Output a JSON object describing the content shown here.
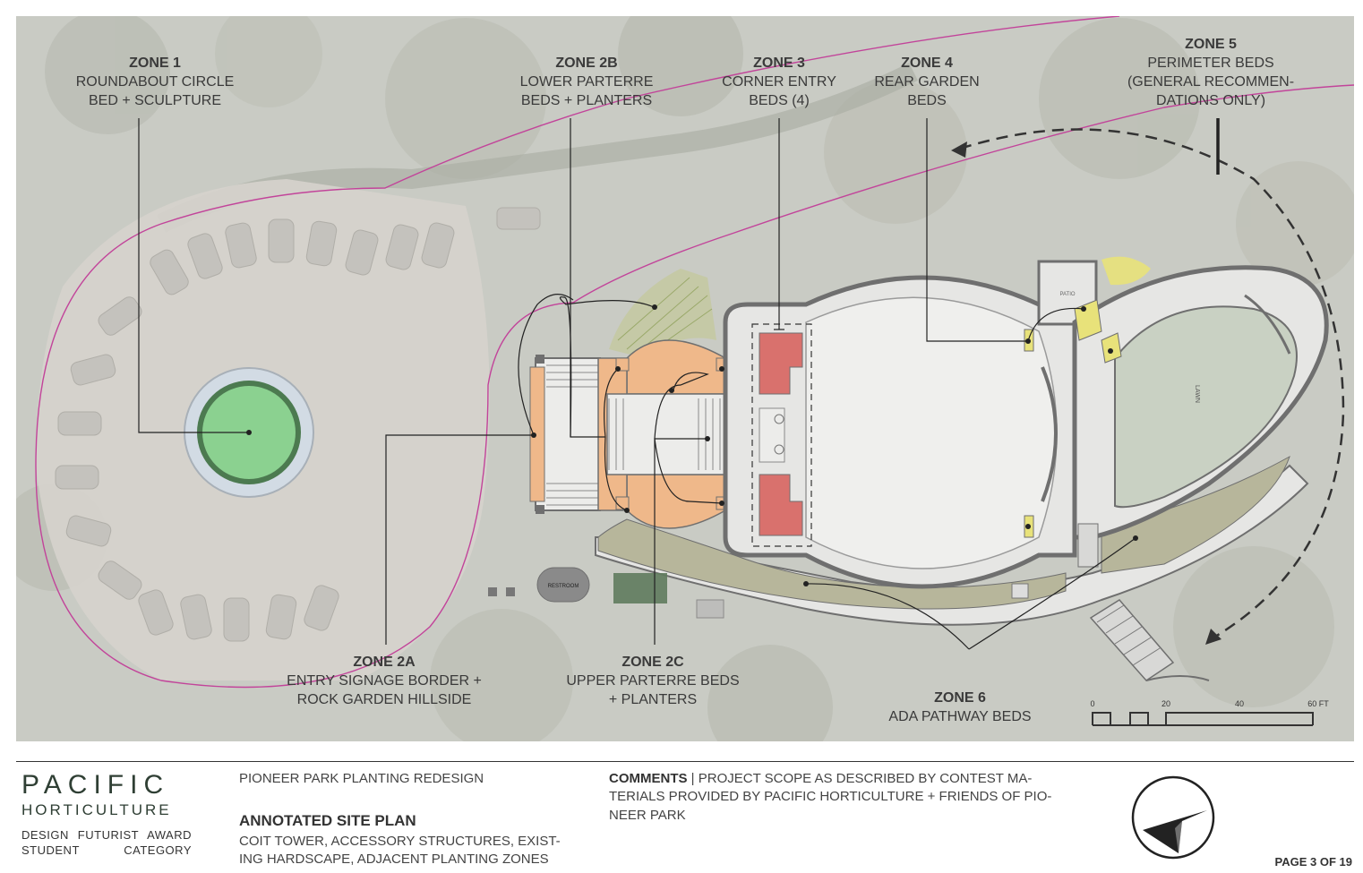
{
  "zones": [
    {
      "id": "zone-1",
      "title": "ZONE 1",
      "lines": [
        "ROUNDABOUT CIRCLE",
        "BED + SCULPTURE"
      ]
    },
    {
      "id": "zone-2b",
      "title": "ZONE 2B",
      "lines": [
        "LOWER PARTERRE",
        "BEDS + PLANTERS"
      ]
    },
    {
      "id": "zone-3",
      "title": "ZONE 3",
      "lines": [
        "CORNER ENTRY",
        "BEDS (4)"
      ]
    },
    {
      "id": "zone-4",
      "title": "ZONE 4",
      "lines": [
        "REAR GARDEN",
        "BEDS"
      ]
    },
    {
      "id": "zone-5",
      "title": "ZONE 5",
      "lines": [
        "PERIMETER BEDS",
        "(GENERAL RECOMMEN-",
        "DATIONS ONLY)"
      ]
    },
    {
      "id": "zone-2a",
      "title": "ZONE 2A",
      "lines": [
        "ENTRY SIGNAGE BORDER +",
        "ROCK GARDEN HILLSIDE"
      ]
    },
    {
      "id": "zone-2c",
      "title": "ZONE 2C",
      "lines": [
        "UPPER PARTERRE BEDS",
        "+ PLANTERS"
      ]
    },
    {
      "id": "zone-6",
      "title": "ZONE 6",
      "lines": [
        "ADA PATHWAY BEDS"
      ]
    }
  ],
  "map_labels": {
    "lawn": "LAWN",
    "patio": "PATIO",
    "restroom": "RESTROOM"
  },
  "scale_bar": {
    "ticks": [
      "0",
      "20",
      "40",
      "60 FT"
    ]
  },
  "brand": {
    "name": "PACIFIC",
    "sub": "HORTICULTURE",
    "note_line1": "DESIGN FUTURIST AWARD",
    "note_line2": "STUDENT CATEGORY"
  },
  "project": {
    "name": "PIONEER PARK PLANTING REDESIGN",
    "sheet_title": "ANNOTATED SITE PLAN",
    "sheet_desc_line1": "COIT TOWER, ACCESSORY STRUCTURES, EXIST-",
    "sheet_desc_line2": "ING HARDSCAPE, ADJACENT PLANTING ZONES"
  },
  "comments": {
    "label": "COMMENTS",
    "separator": " | ",
    "line1": "PROJECT SCOPE AS DESCRIBED BY CONTEST MA-",
    "line2": "TERIALS PROVIDED BY PACIFIC HORTICULTURE + FRIENDS OF PIO-",
    "line3": "NEER PARK"
  },
  "page": "PAGE 3 OF 19",
  "colors": {
    "aerial": "#c9cbc4",
    "boundary": "#c2449a",
    "plaza": "#e6e6e4",
    "walls": "#6f6f6f",
    "parterre": "#efb88a",
    "corner_beds": "#d9716d",
    "rear_beds": "#e8e27a",
    "pathway_beds": "#b7b69b",
    "lawn": "#c9d1c3",
    "sculpture": "#8bd190"
  }
}
